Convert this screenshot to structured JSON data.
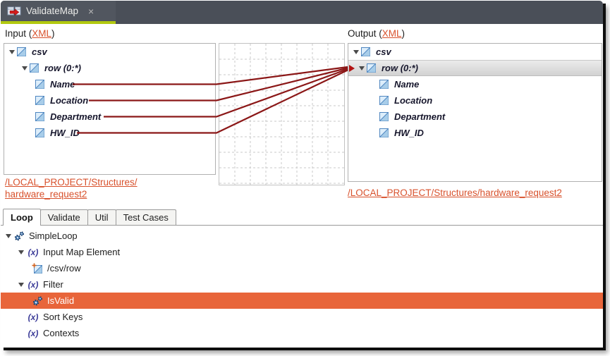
{
  "titlebar": {
    "tab_label": "ValidateMap",
    "close_symbol": "×"
  },
  "icons": {
    "fx": "(x)"
  },
  "input": {
    "header_prefix": "Input (",
    "header_link": "XML",
    "header_suffix": ")",
    "tree": [
      {
        "label": "csv"
      },
      {
        "label": "row (0:*)"
      },
      {
        "label": "Name"
      },
      {
        "label": "Location"
      },
      {
        "label": "Department"
      },
      {
        "label": "HW_ID"
      }
    ],
    "path_line1": "/LOCAL_PROJECT/Structures/",
    "path_line2": "hardware_request2"
  },
  "output": {
    "header_prefix": "Output (",
    "header_link": "XML",
    "header_suffix": ")",
    "tree": [
      {
        "label": "csv"
      },
      {
        "label": "row (0:*)"
      },
      {
        "label": "Name"
      },
      {
        "label": "Location"
      },
      {
        "label": "Department"
      },
      {
        "label": "HW_ID"
      }
    ],
    "selected_node": "row (0:*)",
    "path": "/LOCAL_PROJECT/Structures/hardware_request2"
  },
  "mappings": [
    {
      "from": "Name",
      "to": "row (0:*)"
    },
    {
      "from": "Location",
      "to": "row (0:*)"
    },
    {
      "from": "Department",
      "to": "row (0:*)"
    },
    {
      "from": "HW_ID",
      "to": "row (0:*)"
    }
  ],
  "tabs": {
    "items": [
      {
        "label": "Loop",
        "active": true
      },
      {
        "label": "Validate",
        "active": false
      },
      {
        "label": "Util",
        "active": false
      },
      {
        "label": "Test Cases",
        "active": false
      }
    ]
  },
  "loop_tree": [
    {
      "label": "SimpleLoop",
      "selected": false
    },
    {
      "label": "Input Map Element",
      "selected": false
    },
    {
      "label": "/csv/row",
      "selected": false
    },
    {
      "label": "Filter",
      "selected": false
    },
    {
      "label": "IsValid",
      "selected": true
    },
    {
      "label": "Sort Keys",
      "selected": false
    },
    {
      "label": "Contexts",
      "selected": false
    }
  ],
  "colors": {
    "selection_orange": "#e8653a",
    "mapping_line": "#8b1717",
    "link_orange": "#d8512c",
    "tab_underline_green": "#b2c90f",
    "titlebar_bg": "#4a4f58"
  }
}
